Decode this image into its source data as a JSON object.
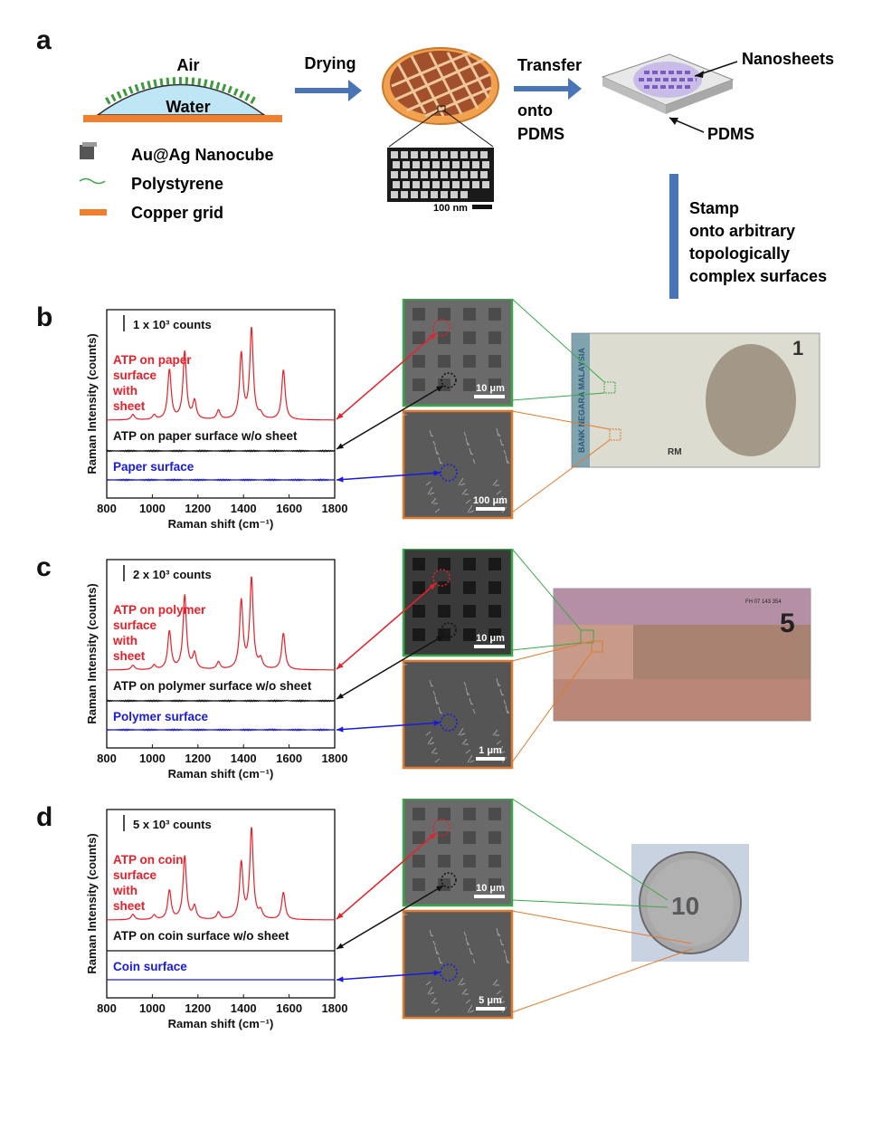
{
  "panel_a": {
    "letter": "a",
    "air": "Air",
    "water": "Water",
    "drying": "Drying",
    "transfer": "Transfer",
    "onto_pdms": [
      "onto",
      "PDMS"
    ],
    "nanosheets": "Nanosheets",
    "pdms": "PDMS",
    "scale_100nm": "100 nm",
    "legend": [
      "Au@Ag Nanocube",
      "Polystyrene",
      "Copper grid"
    ],
    "stamp": [
      "Stamp",
      "onto arbitrary",
      "topologically",
      "complex surfaces"
    ]
  },
  "panels": [
    {
      "letter": "b",
      "scale_label": "1 x 10³ counts",
      "red_label": [
        "ATP on paper",
        "surface",
        "with",
        "sheet"
      ],
      "black_label": "ATP on paper surface w/o sheet",
      "blue_label": "Paper surface",
      "sem_top_scale": "10 μm",
      "sem_bottom_scale": "100 μm",
      "banknote_texts": [
        "BANK NEGARA MALAYSIA",
        "RM",
        "1"
      ]
    },
    {
      "letter": "c",
      "scale_label": "2 x 10³ counts",
      "red_label": [
        "ATP on polymer",
        "surface",
        "with",
        "sheet"
      ],
      "black_label": "ATP on polymer surface w/o sheet",
      "blue_label": "Polymer surface",
      "sem_top_scale": "10 μm",
      "sem_bottom_scale": "1 μm",
      "banknote_texts": [
        "5",
        "FH 07 143 354"
      ]
    },
    {
      "letter": "d",
      "scale_label": "5 x 10³ counts",
      "red_label": [
        "ATP on coin",
        "surface",
        "with",
        "sheet"
      ],
      "black_label": "ATP on coin surface w/o sheet",
      "blue_label": "Coin surface",
      "sem_top_scale": "10 μm",
      "sem_bottom_scale": "5 μm",
      "coin_texts": [
        "10"
      ]
    }
  ],
  "colors": {
    "red": "#e8202a",
    "blue": "#1a1adc",
    "black": "#111111",
    "green": "#3aa84a",
    "orange": "#e07a2e",
    "arrow_blue": "#4a74b8"
  },
  "chart_data": [
    {
      "type": "line",
      "xlabel": "Raman shift (cm⁻¹)",
      "ylabel": "Raman Intensity (counts)",
      "xlim": [
        800,
        1800
      ],
      "xticks": [
        800,
        1000,
        1200,
        1400,
        1600,
        1800
      ],
      "series": [
        {
          "name": "ATP on paper surface with sheet",
          "color": "red",
          "peaks": [
            [
              915,
              0.06
            ],
            [
              1008,
              0.05
            ],
            [
              1075,
              0.55
            ],
            [
              1142,
              0.75
            ],
            [
              1185,
              0.2
            ],
            [
              1290,
              0.1
            ],
            [
              1390,
              0.72
            ],
            [
              1435,
              1.0
            ],
            [
              1475,
              0.05
            ],
            [
              1575,
              0.55
            ]
          ]
        },
        {
          "name": "ATP on paper surface w/o sheet",
          "color": "black",
          "peaks": []
        },
        {
          "name": "Paper surface",
          "color": "blue",
          "peaks": []
        }
      ]
    },
    {
      "type": "line",
      "xlabel": "Raman shift (cm⁻¹)",
      "ylabel": "Raman Intensity (counts)",
      "xlim": [
        800,
        1800
      ],
      "xticks": [
        800,
        1000,
        1200,
        1400,
        1600,
        1800
      ],
      "series": [
        {
          "name": "ATP on polymer surface with sheet",
          "color": "red",
          "peaks": [
            [
              915,
              0.05
            ],
            [
              1008,
              0.05
            ],
            [
              1075,
              0.42
            ],
            [
              1142,
              0.82
            ],
            [
              1185,
              0.17
            ],
            [
              1290,
              0.08
            ],
            [
              1390,
              0.75
            ],
            [
              1435,
              1.0
            ],
            [
              1475,
              0.1
            ],
            [
              1575,
              0.4
            ]
          ]
        },
        {
          "name": "ATP on polymer surface w/o sheet",
          "color": "black",
          "peaks": [
            [
              1590,
              0.06
            ]
          ]
        },
        {
          "name": "Polymer surface",
          "color": "blue",
          "peaks": [
            [
              1520,
              0.04
            ]
          ]
        }
      ]
    },
    {
      "type": "line",
      "xlabel": "Raman shift (cm⁻¹)",
      "ylabel": "Raman Intensity (counts)",
      "xlim": [
        800,
        1800
      ],
      "xticks": [
        800,
        1000,
        1200,
        1400,
        1600,
        1800
      ],
      "series": [
        {
          "name": "ATP on coin surface with sheet",
          "color": "red",
          "peaks": [
            [
              915,
              0.06
            ],
            [
              1008,
              0.05
            ],
            [
              1075,
              0.32
            ],
            [
              1142,
              0.7
            ],
            [
              1185,
              0.14
            ],
            [
              1290,
              0.08
            ],
            [
              1390,
              0.62
            ],
            [
              1435,
              1.0
            ],
            [
              1475,
              0.08
            ],
            [
              1575,
              0.3
            ]
          ]
        },
        {
          "name": "ATP on coin surface w/o sheet",
          "color": "black",
          "peaks": []
        },
        {
          "name": "Coin surface",
          "color": "blue",
          "peaks": []
        }
      ]
    }
  ]
}
